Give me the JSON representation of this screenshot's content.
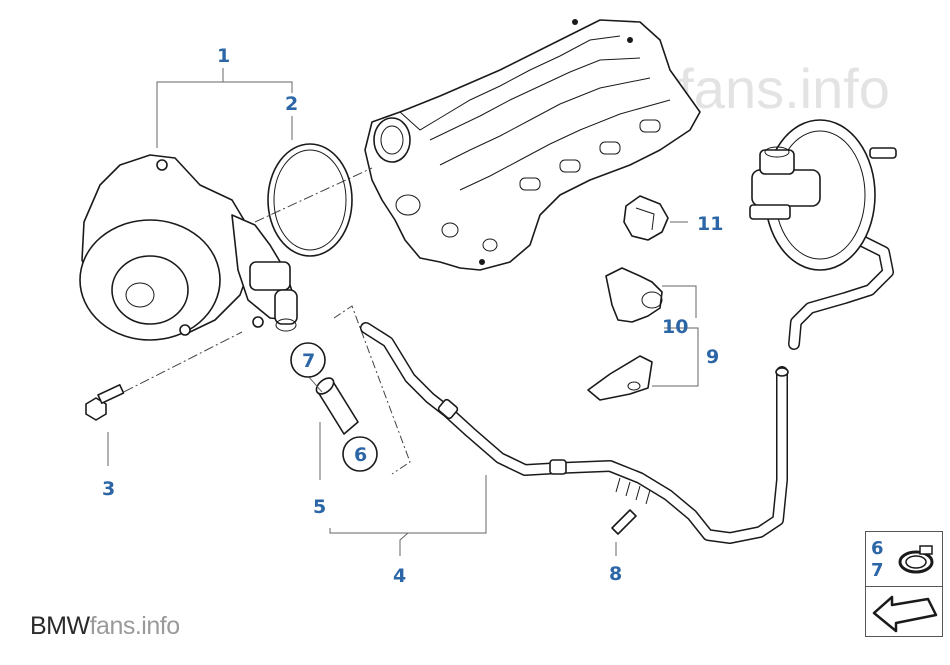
{
  "callouts": {
    "c1": "1",
    "c2": "2",
    "c3": "3",
    "c4": "4",
    "c5": "5",
    "c6": "6",
    "c7": "7",
    "c8": "8",
    "c9": "9",
    "c10": "10",
    "c11": "11"
  },
  "side_box": {
    "label_top": "6",
    "label_bottom": "7"
  },
  "watermark": {
    "bg_text": "bmwfans.info",
    "brand": "BMW",
    "suffix": "fans.info"
  },
  "colors": {
    "callout": "#2d66a6",
    "line": "#1a1a1a"
  }
}
